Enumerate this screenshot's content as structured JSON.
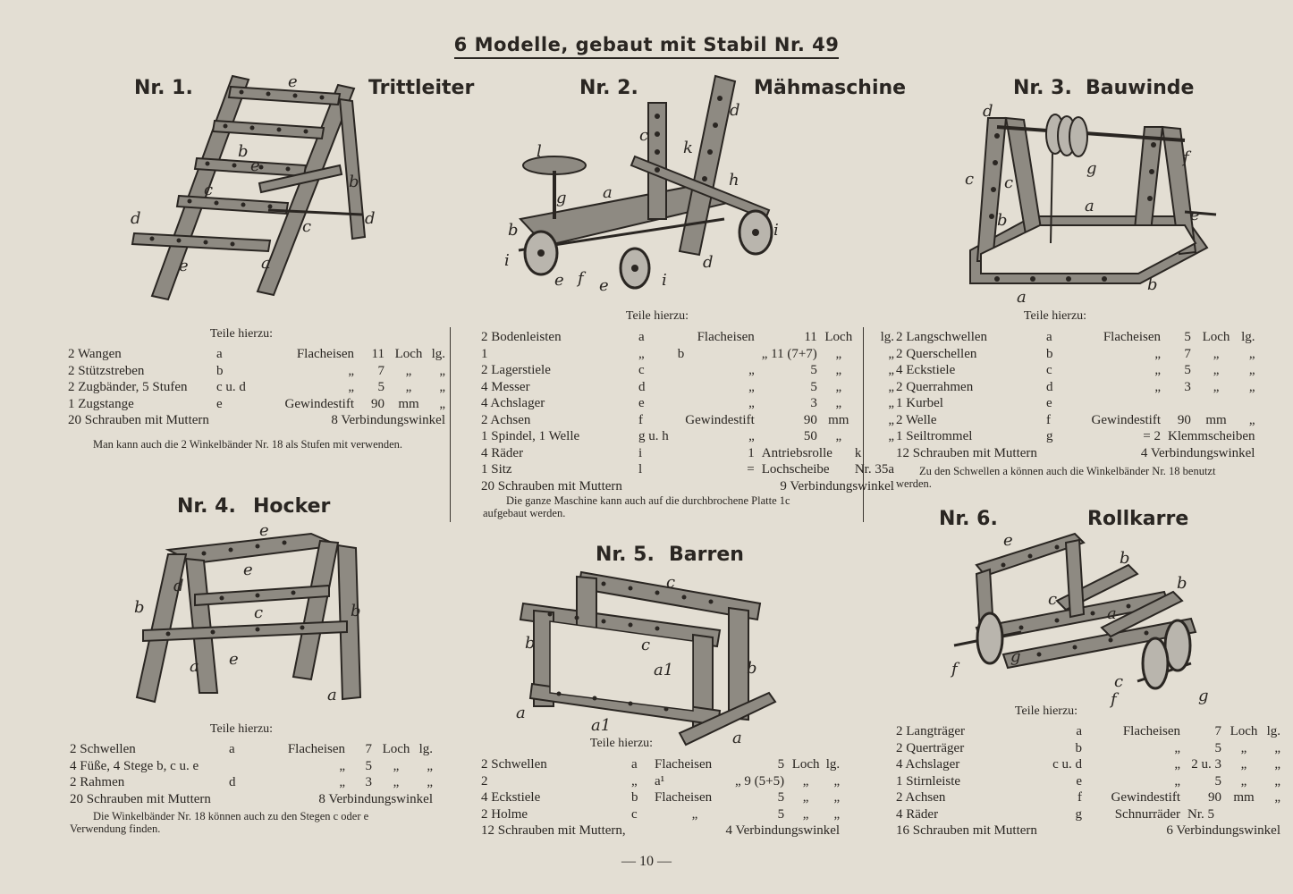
{
  "page": {
    "title": "6 Modelle, gebaut mit Stabil Nr. 49",
    "folio": "— 10 —",
    "colors": {
      "paper": "#e3ded3",
      "ink": "#2a2622",
      "metal": "#8e8a82"
    }
  },
  "models": [
    {
      "id": "m1",
      "number": "Nr. 1.",
      "name": "Trittleiter",
      "parts_title": "Teile hierzu:",
      "labels": [
        "e",
        "b",
        "e",
        "c",
        "b",
        "d",
        "d",
        "c",
        "e",
        "a"
      ],
      "parts": [
        [
          "2 Wangen",
          "a",
          "Flacheisen",
          "11",
          "Loch",
          "lg."
        ],
        [
          "2 Stützstreben",
          "b",
          "„",
          "7",
          "„",
          "„"
        ],
        [
          "2 Zugbänder, 5 Stufen",
          "c u. d",
          "„",
          "5",
          "„",
          "„"
        ],
        [
          "1 Zugstange",
          "e",
          "Gewindestift",
          "90",
          "mm",
          "„"
        ],
        [
          "20 Schrauben mit Muttern",
          "",
          "8 Verbindungswinkel",
          "",
          "",
          ""
        ]
      ],
      "note": "Man kann auch die 2 Winkelbänder Nr. 18 als Stufen mit verwenden."
    },
    {
      "id": "m2",
      "number": "Nr. 2.",
      "name": "Mähmaschine",
      "parts_title": "Teile hierzu:",
      "labels": [
        "d",
        "c",
        "k",
        "l",
        "h",
        "g",
        "a",
        "b",
        "i",
        "i",
        "e",
        "f",
        "e",
        "i",
        "d"
      ],
      "parts": [
        [
          "2 Bodenleisten",
          "a",
          "Flacheisen",
          "11",
          "Loch",
          "lg."
        ],
        [
          "1",
          "„",
          "b",
          "„ 11 (7+7)",
          "„",
          "„"
        ],
        [
          "2 Lagerstiele",
          "c",
          "„",
          "5",
          "„",
          "„"
        ],
        [
          "4 Messer",
          "d",
          "„",
          "5",
          "„",
          "„"
        ],
        [
          "4 Achslager",
          "e",
          "„",
          "3",
          "„",
          "„"
        ],
        [
          "2 Achsen",
          "f",
          "Gewindestift",
          "90",
          "mm",
          "„"
        ],
        [
          "1 Spindel, 1 Welle",
          "g u. h",
          "„",
          "50",
          "„",
          "„"
        ],
        [
          "4 Räder",
          "i",
          "1",
          "Antriebsrolle",
          "k",
          ""
        ],
        [
          "1 Sitz",
          "l",
          "=",
          "Lochscheibe",
          "Nr. 35a",
          ""
        ],
        [
          "20 Schrauben mit Muttern",
          "",
          "9 Verbindungswinkel",
          "",
          "",
          ""
        ]
      ],
      "note": "Die ganze Maschine kann auch auf die durchbrochene Platte 1c aufgebaut werden."
    },
    {
      "id": "m3",
      "number": "Nr. 3.",
      "name": "Bauwinde",
      "parts_title": "Teile hierzu:",
      "labels": [
        "d",
        "f",
        "c",
        "c",
        "g",
        "a",
        "b",
        "e",
        "b",
        "a"
      ],
      "parts": [
        [
          "2 Langschwellen",
          "a",
          "Flacheisen",
          "5",
          "Loch",
          "lg."
        ],
        [
          "2 Querschellen",
          "b",
          "„",
          "7",
          "„",
          "„"
        ],
        [
          "4 Eckstiele",
          "c",
          "„",
          "5",
          "„",
          "„"
        ],
        [
          "2 Querrahmen",
          "d",
          "„",
          "3",
          "„",
          "„"
        ],
        [
          "1 Kurbel",
          "e",
          "",
          "",
          "",
          ""
        ],
        [
          "2 Welle",
          "f",
          "Gewindestift",
          "90",
          "mm",
          "„"
        ],
        [
          "1 Seiltrommel",
          "g",
          "= 2",
          "Klemmscheiben",
          "",
          ""
        ],
        [
          "12 Schrauben mit Muttern",
          "",
          "4 Verbindungswinkel",
          "",
          "",
          ""
        ]
      ],
      "note": "Zu den Schwellen a können auch die Winkelbänder Nr. 18 benutzt werden."
    },
    {
      "id": "m4",
      "number": "Nr. 4.",
      "name": "Hocker",
      "parts_title": "Teile hierzu:",
      "labels": [
        "e",
        "e",
        "d",
        "c",
        "b",
        "b",
        "a",
        "e",
        "a"
      ],
      "parts": [
        [
          "2 Schwellen",
          "a",
          "Flacheisen",
          "7",
          "Loch",
          "lg."
        ],
        [
          "4 Füße, 4 Stege b, c u. e",
          "",
          "„",
          "5",
          "„",
          "„"
        ],
        [
          "2 Rahmen",
          "d",
          "„",
          "3",
          "„",
          "„"
        ],
        [
          "20 Schrauben mit Muttern",
          "",
          "8 Verbindungswinkel",
          "",
          "",
          ""
        ]
      ],
      "note": "Die Winkelbänder Nr. 18 können auch zu den Stegen c oder e Verwendung finden."
    },
    {
      "id": "m5",
      "number": "Nr. 5.",
      "name": "Barren",
      "parts_title": "Teile hierzu:",
      "labels": [
        "c",
        "b",
        "c",
        "a1",
        "b",
        "a",
        "a1",
        "a"
      ],
      "parts": [
        [
          "2 Schwellen",
          "a",
          "Flacheisen",
          "5",
          "Loch",
          "lg."
        ],
        [
          "2",
          "„",
          "a¹",
          "„ 9 (5+5)",
          "„",
          "„"
        ],
        [
          "4 Eckstiele",
          "b",
          "Flacheisen",
          "5",
          "„",
          "„"
        ],
        [
          "2 Holme",
          "c",
          "„",
          "5",
          "„",
          "„"
        ],
        [
          "12 Schrauben mit Muttern,",
          "",
          "4 Verbindungswinkel",
          "",
          "",
          ""
        ]
      ],
      "note": ""
    },
    {
      "id": "m6",
      "number": "Nr. 6.",
      "name": "Rollkarre",
      "parts_title": "Teile hierzu:",
      "labels": [
        "e",
        "b",
        "c",
        "b",
        "a",
        "f",
        "g",
        "c",
        "f",
        "g"
      ],
      "parts": [
        [
          "2 Langträger",
          "a",
          "Flacheisen",
          "7",
          "Loch",
          "lg."
        ],
        [
          "2 Querträger",
          "b",
          "„",
          "5",
          "„",
          "„"
        ],
        [
          "4 Achslager",
          "c u. d",
          "„",
          "2 u. 3",
          "„",
          "„"
        ],
        [
          "1 Stirnleiste",
          "e",
          "„",
          "5",
          "„",
          "„"
        ],
        [
          "2 Achsen",
          "f",
          "Gewindestift",
          "90",
          "mm",
          "„"
        ],
        [
          "4 Räder",
          "g",
          "Schnurräder",
          "Nr. 5",
          "",
          ""
        ],
        [
          "16 Schrauben mit Muttern",
          "",
          "6 Verbindungswinkel",
          "",
          "",
          ""
        ]
      ],
      "note": ""
    }
  ]
}
